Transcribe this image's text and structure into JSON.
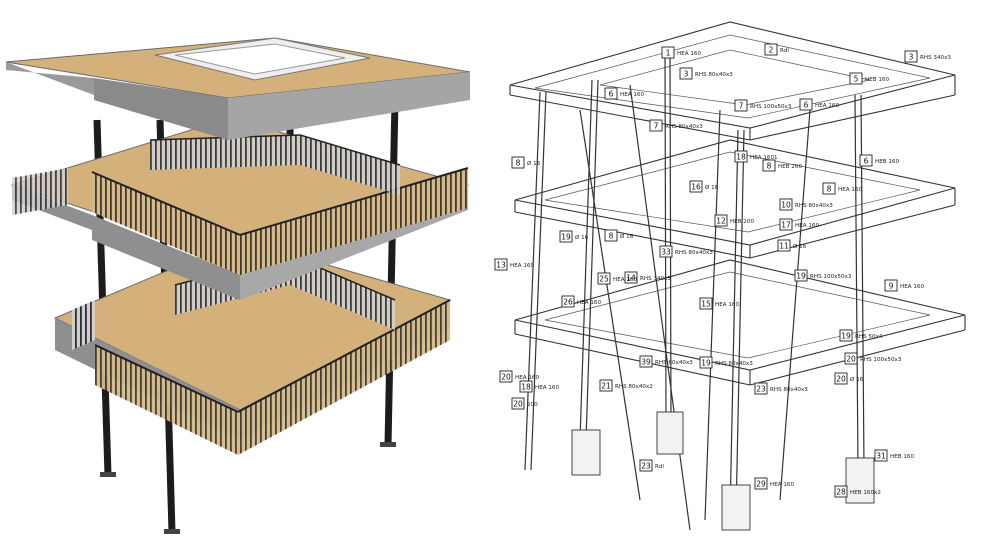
{
  "structural_labels": [
    {
      "num": "1",
      "text": "HEA 160"
    },
    {
      "num": "2",
      "text": "Rdl"
    },
    {
      "num": "3",
      "text": "RHS 340x3"
    },
    {
      "num": "3",
      "text": "RHS 80x40x3"
    },
    {
      "num": "5",
      "text": "HEB 160"
    },
    {
      "num": "6",
      "text": "HEA 160"
    },
    {
      "num": "6",
      "text": "HEA 160"
    },
    {
      "num": "6",
      "text": "HEB 160"
    },
    {
      "num": "7",
      "text": "RHS 100x50x3"
    },
    {
      "num": "7",
      "text": "RHS 80x40x3"
    },
    {
      "num": "8",
      "text": "Ø 16"
    },
    {
      "num": "8",
      "text": "Ø 16"
    },
    {
      "num": "8",
      "text": "HEB 200"
    },
    {
      "num": "8",
      "text": "HEA 160"
    },
    {
      "num": "9",
      "text": "HEA 160"
    },
    {
      "num": "10",
      "text": "RHS 80x40x3"
    },
    {
      "num": "11",
      "text": "Ø 16"
    },
    {
      "num": "12",
      "text": "HEB 200"
    },
    {
      "num": "13",
      "text": "HEA 160"
    },
    {
      "num": "14",
      "text": "RHS 340x3"
    },
    {
      "num": "15",
      "text": "HEA 160"
    },
    {
      "num": "16",
      "text": "Ø 16"
    },
    {
      "num": "17",
      "text": "HEA 160"
    },
    {
      "num": "18",
      "text": "HEA 1601"
    },
    {
      "num": "18",
      "text": "HEA 160"
    },
    {
      "num": "19",
      "text": "RHS 100x50x3"
    },
    {
      "num": "19",
      "text": "RHS 80x40x3"
    },
    {
      "num": "19",
      "text": "Ø 16"
    },
    {
      "num": "19",
      "text": "RHS 50x4"
    },
    {
      "num": "20",
      "text": "200"
    },
    {
      "num": "20",
      "text": "RHS 100x50x3"
    },
    {
      "num": "20",
      "text": "Ø 16"
    },
    {
      "num": "20",
      "text": "HEA 160"
    },
    {
      "num": "21",
      "text": "RHS 80x40x2"
    },
    {
      "num": "23",
      "text": "RHS 80x40x3"
    },
    {
      "num": "23",
      "text": "Rdl"
    },
    {
      "num": "25",
      "text": "HEA 160"
    },
    {
      "num": "26",
      "text": "HEA 160"
    },
    {
      "num": "28",
      "text": "HEB 160x2"
    },
    {
      "num": "29",
      "text": "HEA 160"
    },
    {
      "num": "31",
      "text": "HEB 160"
    },
    {
      "num": "33",
      "text": "RHS 80x40x3"
    },
    {
      "num": "39",
      "text": "RHS 60x40x3"
    }
  ],
  "colors": {
    "deck_wood": "#d4b07a",
    "deck_wood_dark": "#b8955e",
    "slab_edge": "#9a9a9a",
    "slab_side": "#7d7d7d",
    "railing": "#2a2a2a",
    "column": "#1c1c1c"
  }
}
